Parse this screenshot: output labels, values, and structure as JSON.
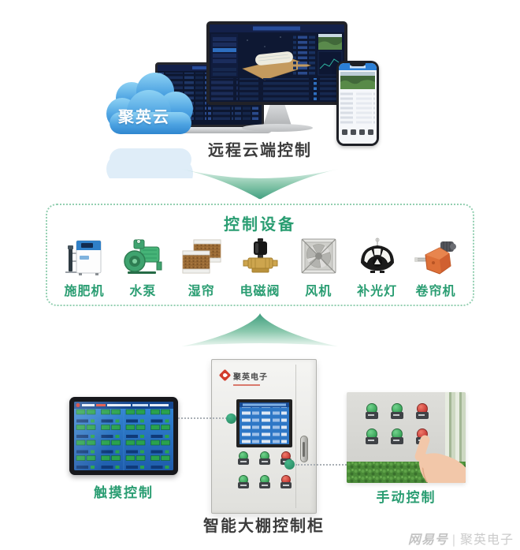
{
  "colors": {
    "accent_green": "#2a9d72",
    "caption_dark": "#3c3c3c",
    "cloud_blue": "#3f97d8",
    "arrow_green": "#43a081",
    "button_green": "#1f8f42",
    "button_red": "#b51f1f",
    "logo_red": "#d23c2c"
  },
  "cloud_section": {
    "cloud_label": "聚英云",
    "caption": "远程云端控制"
  },
  "devices_section": {
    "title": "控制设备",
    "devices": [
      {
        "label": "施肥机"
      },
      {
        "label": "水泵"
      },
      {
        "label": "湿帘"
      },
      {
        "label": "电磁阀"
      },
      {
        "label": "风机"
      },
      {
        "label": "补光灯"
      },
      {
        "label": "卷帘机"
      }
    ]
  },
  "control_section": {
    "touch_caption": "触摸控制",
    "manual_caption": "手动控制",
    "cabinet_caption": "智能大棚控制柜",
    "cabinet_logo": "聚英电子",
    "cabinet_buttons": [
      "green",
      "green",
      "red",
      "green",
      "green",
      "red"
    ],
    "manual_buttons": [
      "green",
      "green",
      "red",
      "green",
      "green",
      "red"
    ]
  },
  "watermark": {
    "brand": "网易号",
    "separator": "|",
    "name": "聚英电子"
  }
}
